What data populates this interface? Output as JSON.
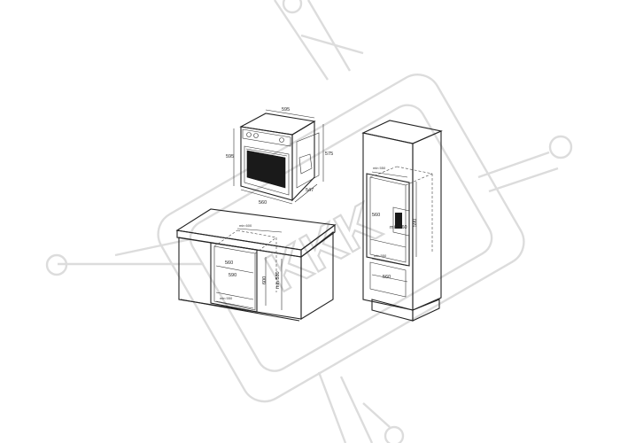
{
  "watermark": {
    "text": "KKK"
  },
  "oven": {
    "width": "595",
    "height": "595",
    "depth": "575",
    "side_depth": "547",
    "cutout_width": "560",
    "note": "550"
  },
  "under_counter": {
    "note_top": "min 600",
    "height": "600",
    "width": "560",
    "depth": "min 550",
    "side": "min 580",
    "vent": "590"
  },
  "tall_cabinet": {
    "note_top": "min 550",
    "niche_width": "560",
    "niche_height": "590",
    "inner": "min 460",
    "side": "min 550",
    "bottom": "560"
  }
}
